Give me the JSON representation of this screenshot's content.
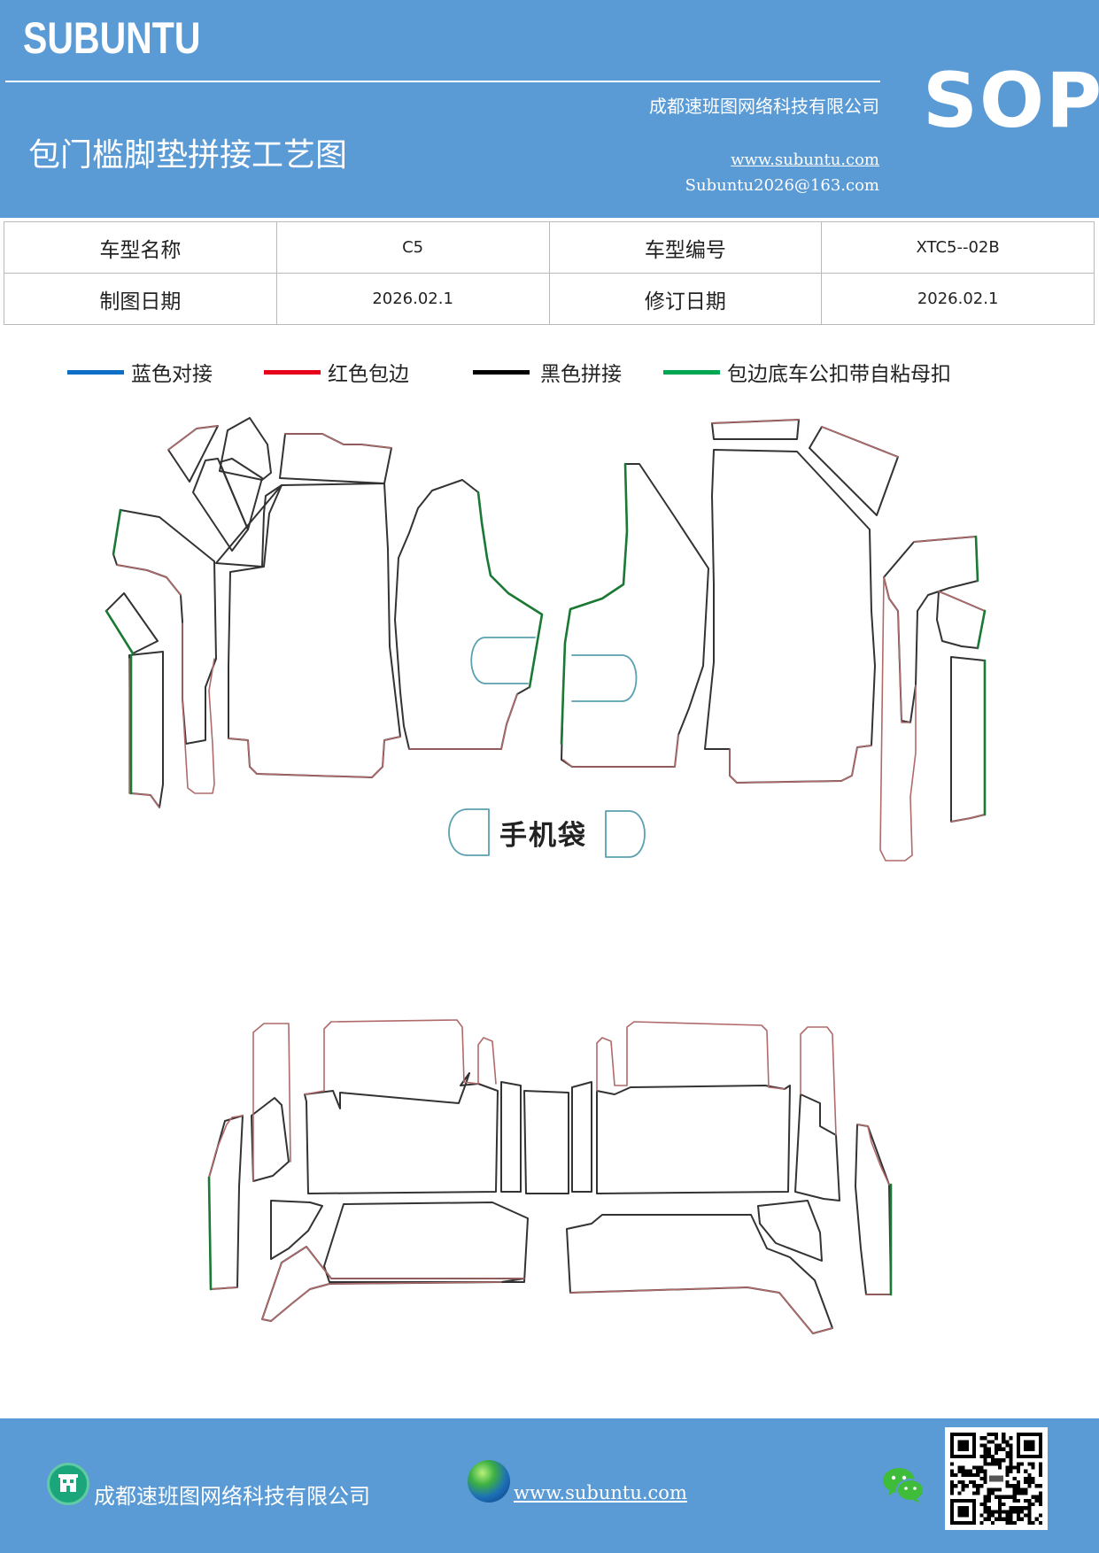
{
  "header": {
    "brand": "SUBUNTU",
    "company": "成都速班图网络科技有限公司",
    "title": "包门槛脚垫拼接工艺图",
    "url": "www.subuntu.com",
    "email": "Subuntu2026@163.com",
    "badge": "SOP"
  },
  "info": {
    "model_name_label": "车型名称",
    "model_name_value": "C5",
    "model_code_label": "车型编号",
    "model_code_value": "XTC5--02B",
    "draw_date_label": "制图日期",
    "draw_date_value": "2026.02.1",
    "revise_date_label": "修订日期",
    "revise_date_value": "2026.02.1"
  },
  "legend": [
    {
      "label": "蓝色对接",
      "color": "#0f6fc6"
    },
    {
      "label": "红色包边",
      "color": "#e8001a"
    },
    {
      "label": "黑色拼接",
      "color": "#000000"
    },
    {
      "label": "包边底车公扣带自粘母扣",
      "color": "#00a651"
    }
  ],
  "drawing": {
    "phone_pocket_label": "手机袋",
    "colors": {
      "outline": "#333333",
      "edge_red": "#b06a6a",
      "edge_green": "#1a7a35",
      "edge_blue": "#5aa0b0"
    }
  },
  "footer": {
    "company": "成都速班图网络科技有限公司",
    "url": "www.subuntu.com",
    "icons": [
      "building-icon",
      "globe-icon",
      "wechat-icon",
      "qr-code"
    ]
  }
}
